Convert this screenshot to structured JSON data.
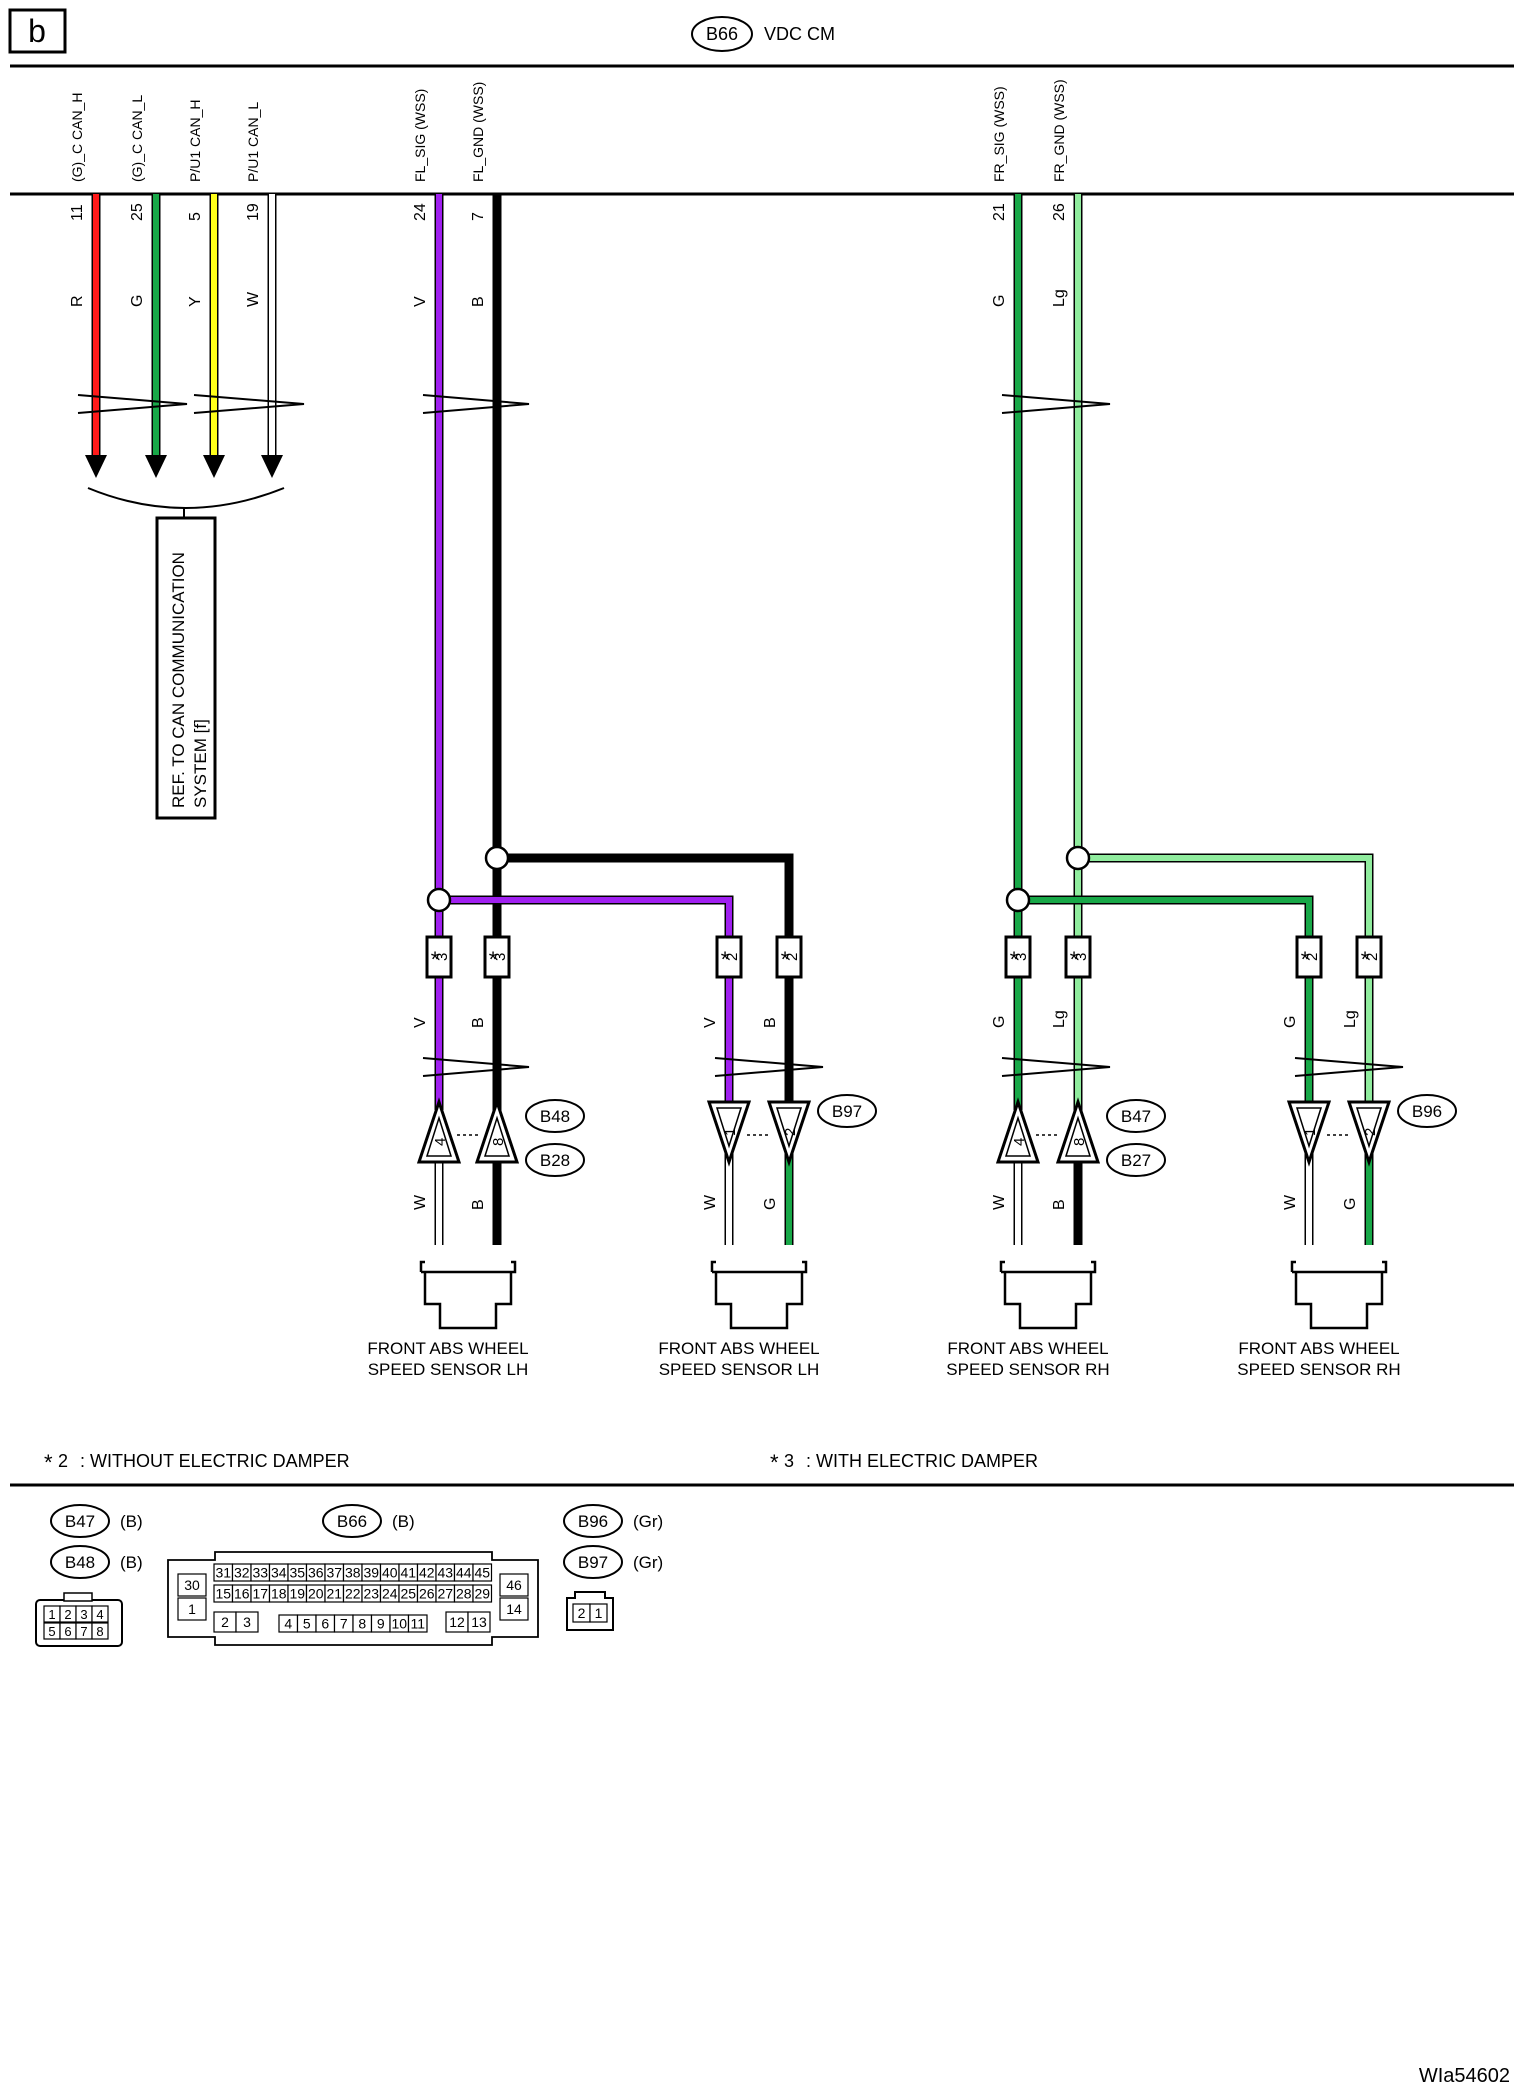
{
  "section_letter": "b",
  "module": {
    "code": "B66",
    "name": "VDC CM"
  },
  "colors": {
    "R": "#ff1a1a",
    "G": "#18a848",
    "Y": "#ffff1a",
    "W": "#ffffff",
    "V": "#a020f0",
    "B": "#000000",
    "Lg": "#90ec9e"
  },
  "can_pins": [
    {
      "signal": "(G)_C CAN_H",
      "pin": "11",
      "color": "R"
    },
    {
      "signal": "(G)_C CAN_L",
      "pin": "25",
      "color": "G"
    },
    {
      "signal": "P/U1 CAN_H",
      "pin": "5",
      "color": "Y"
    },
    {
      "signal": "P/U1 CAN_L",
      "pin": "19",
      "color": "W"
    }
  ],
  "can_ref": [
    "REF. TO CAN COMMUNICATION",
    "SYSTEM [f]"
  ],
  "fl_pins": [
    {
      "signal": "FL_SIG (WSS)",
      "pin": "24",
      "color": "V"
    },
    {
      "signal": "FL_GND (WSS)",
      "pin": "7",
      "color": "B"
    }
  ],
  "fr_pins": [
    {
      "signal": "FR_SIG (WSS)",
      "pin": "21",
      "color": "G"
    },
    {
      "signal": "FR_GND (WSS)",
      "pin": "26",
      "color": "Lg"
    }
  ],
  "markers": {
    "m2": "2",
    "m3": "3"
  },
  "left_group": {
    "a": {
      "upper": [
        "V",
        "B"
      ],
      "pins": [
        "4",
        "8"
      ],
      "lower": [
        "W",
        "B"
      ],
      "connectors": [
        "B48",
        "B28"
      ],
      "sensor": [
        "FRONT ABS WHEEL",
        "SPEED SENSOR LH"
      ]
    },
    "b": {
      "upper": [
        "V",
        "B"
      ],
      "pins": [
        "1",
        "2"
      ],
      "lower": [
        "W",
        "G"
      ],
      "connectors": [
        "B97"
      ],
      "sensor": [
        "FRONT ABS WHEEL",
        "SPEED SENSOR LH"
      ]
    }
  },
  "right_group": {
    "a": {
      "upper": [
        "G",
        "Lg"
      ],
      "pins": [
        "4",
        "8"
      ],
      "lower": [
        "W",
        "B"
      ],
      "connectors": [
        "B47",
        "B27"
      ],
      "sensor": [
        "FRONT ABS WHEEL",
        "SPEED SENSOR RH"
      ]
    },
    "b": {
      "upper": [
        "G",
        "Lg"
      ],
      "pins": [
        "1",
        "2"
      ],
      "lower": [
        "W",
        "G"
      ],
      "connectors": [
        "B96"
      ],
      "sensor": [
        "FRONT ABS WHEEL",
        "SPEED SENSOR RH"
      ]
    }
  },
  "legend": [
    {
      "mark": "2",
      "text": ": WITHOUT ELECTRIC DAMPER"
    },
    {
      "mark": "3",
      "text": ": WITH ELECTRIC DAMPER"
    }
  ],
  "connector_info": {
    "b47": {
      "code": "B47",
      "color": "(B)"
    },
    "b48": {
      "code": "B48",
      "color": "(B)"
    },
    "b66": {
      "code": "B66",
      "color": "(B)"
    },
    "b96": {
      "code": "B96",
      "color": "(Gr)"
    },
    "b97": {
      "code": "B97",
      "color": "(Gr)"
    }
  },
  "b47_pins": {
    "top": [
      "1",
      "2",
      "3",
      "4"
    ],
    "bottom": [
      "5",
      "6",
      "7",
      "8"
    ]
  },
  "b66_pins": {
    "left_top": "30",
    "left_bottom": "1",
    "row1": [
      "31",
      "32",
      "33",
      "34",
      "35",
      "36",
      "37",
      "38",
      "39",
      "40",
      "41",
      "42",
      "43",
      "44",
      "45"
    ],
    "row2": [
      "15",
      "16",
      "17",
      "18",
      "19",
      "20",
      "21",
      "22",
      "23",
      "24",
      "25",
      "26",
      "27",
      "28",
      "29"
    ],
    "row3a": [
      "2",
      "3"
    ],
    "row3b": [
      "4",
      "5",
      "6",
      "7",
      "8",
      "9",
      "10",
      "11"
    ],
    "row3c": [
      "12",
      "13"
    ],
    "right_top": "46",
    "right_bottom": "14"
  },
  "b96_pins": [
    "2",
    "1"
  ],
  "figure_id": "WIa54602"
}
